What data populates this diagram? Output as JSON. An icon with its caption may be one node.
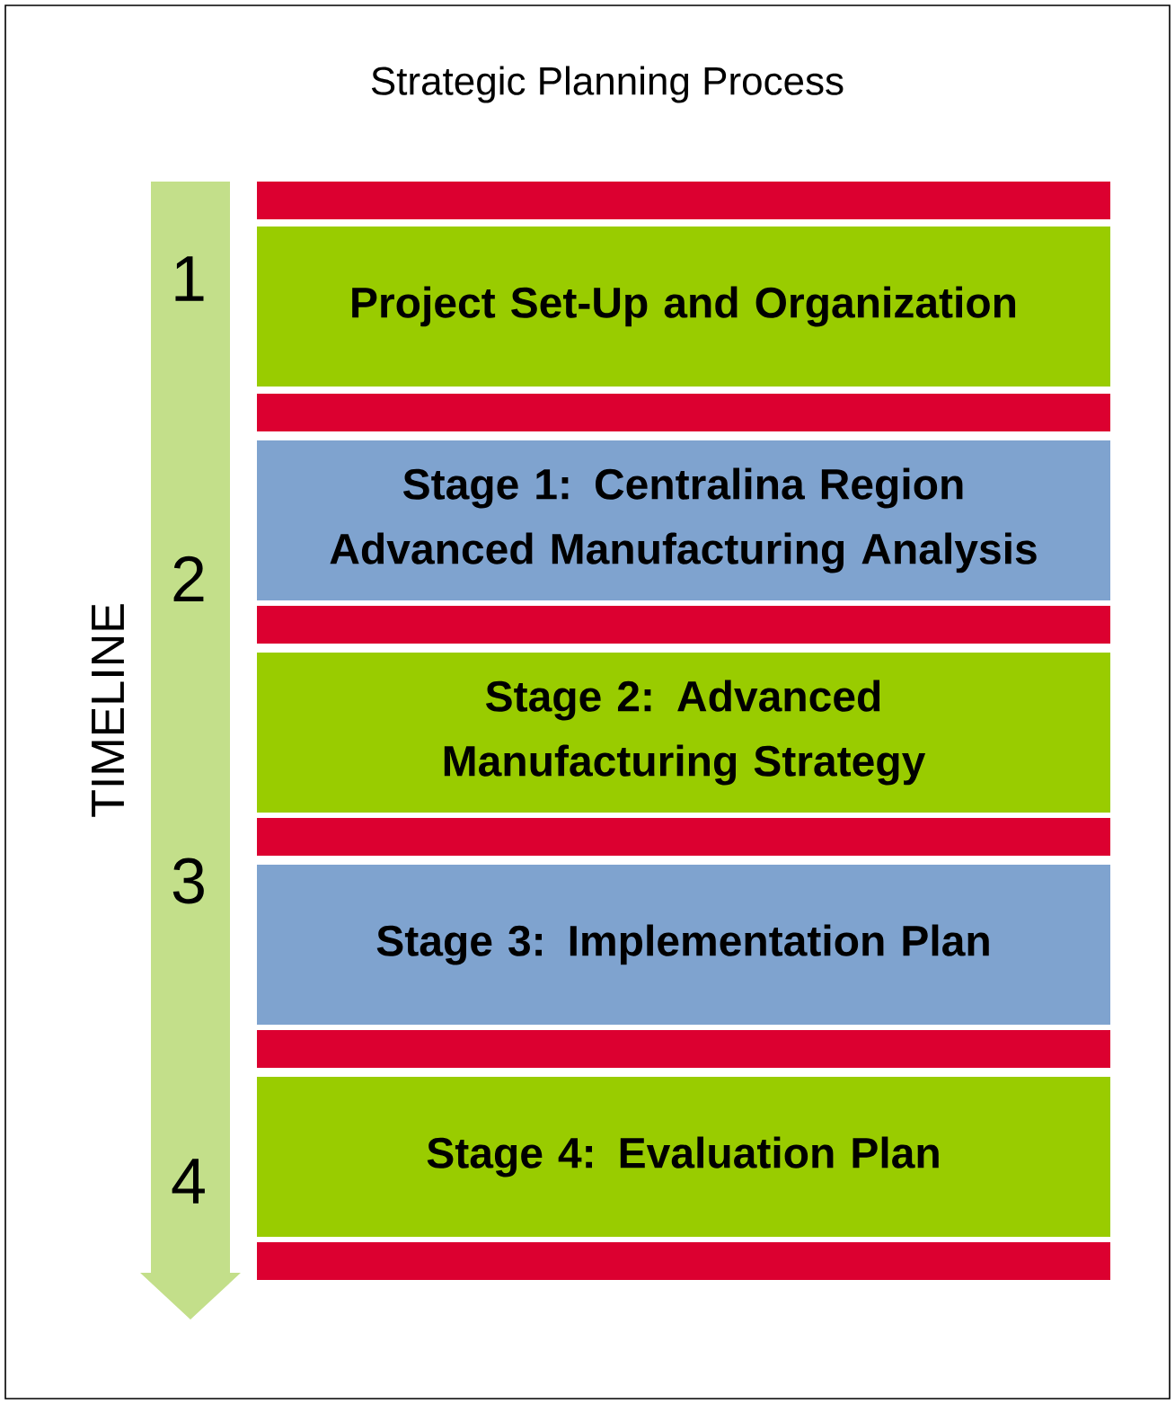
{
  "diagram": {
    "title": "Strategic Planning Process",
    "nodes": [
      {
        "text": [],
        "shape": "bar"
      },
      {
        "text": [
          "Project Set-Up and Organization"
        ]
      },
      {
        "text": [],
        "shape": "bar"
      },
      {
        "text": [
          "Stage 1: Centralina Region Advanced Manufacturing Analysis"
        ]
      },
      {
        "text": [],
        "shape": "bar"
      },
      {
        "text": [
          "Stage 2: Advanced Manufacturing Strategy"
        ]
      },
      {
        "text": [],
        "shape": "bar"
      },
      {
        "text": [
          "Stage 3: Implementation Plan"
        ]
      },
      {
        "text": [],
        "shape": "bar"
      },
      {
        "text": [
          "Stage 4: Evaluation Plan"
        ]
      },
      {
        "text": [],
        "shape": "bar"
      }
    ],
    "labels": [
      "TIMELINE",
      "1",
      "2",
      "3",
      "4"
    ]
  }
}
